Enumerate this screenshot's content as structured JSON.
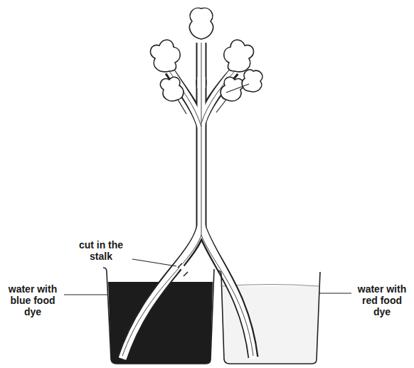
{
  "diagram": {
    "labels": [
      "cut in the stalk",
      "water with blue food dye",
      "water with red food dye"
    ]
  }
}
